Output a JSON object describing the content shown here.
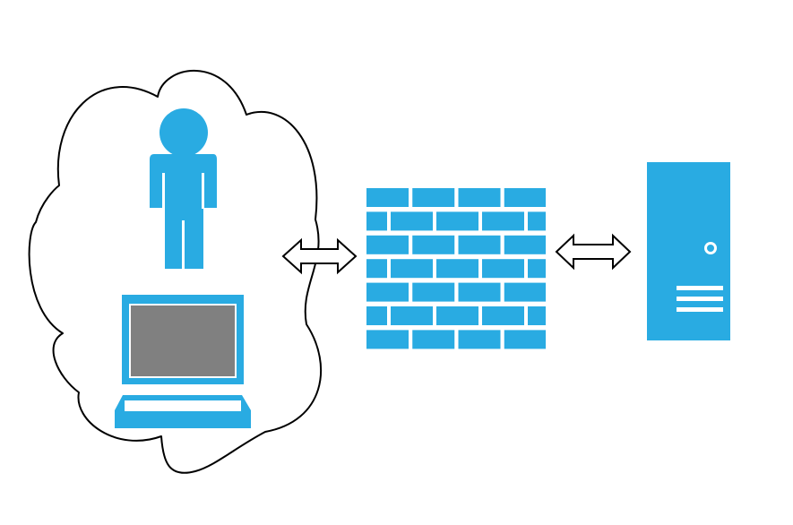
{
  "colors": {
    "accent": "#29abe2",
    "outline": "#000000",
    "screen": "#808080",
    "background": "#ffffff"
  },
  "nodes": [
    {
      "id": "client-network",
      "icon": "cloud-icon"
    },
    {
      "id": "user",
      "icon": "user-icon"
    },
    {
      "id": "laptop",
      "icon": "laptop-icon"
    },
    {
      "id": "firewall",
      "icon": "brick-wall-icon"
    },
    {
      "id": "server",
      "icon": "server-tower-icon"
    }
  ],
  "connections": [
    {
      "from": "client-network",
      "to": "firewall",
      "direction": "bidirectional"
    },
    {
      "from": "firewall",
      "to": "server",
      "direction": "bidirectional"
    }
  ]
}
